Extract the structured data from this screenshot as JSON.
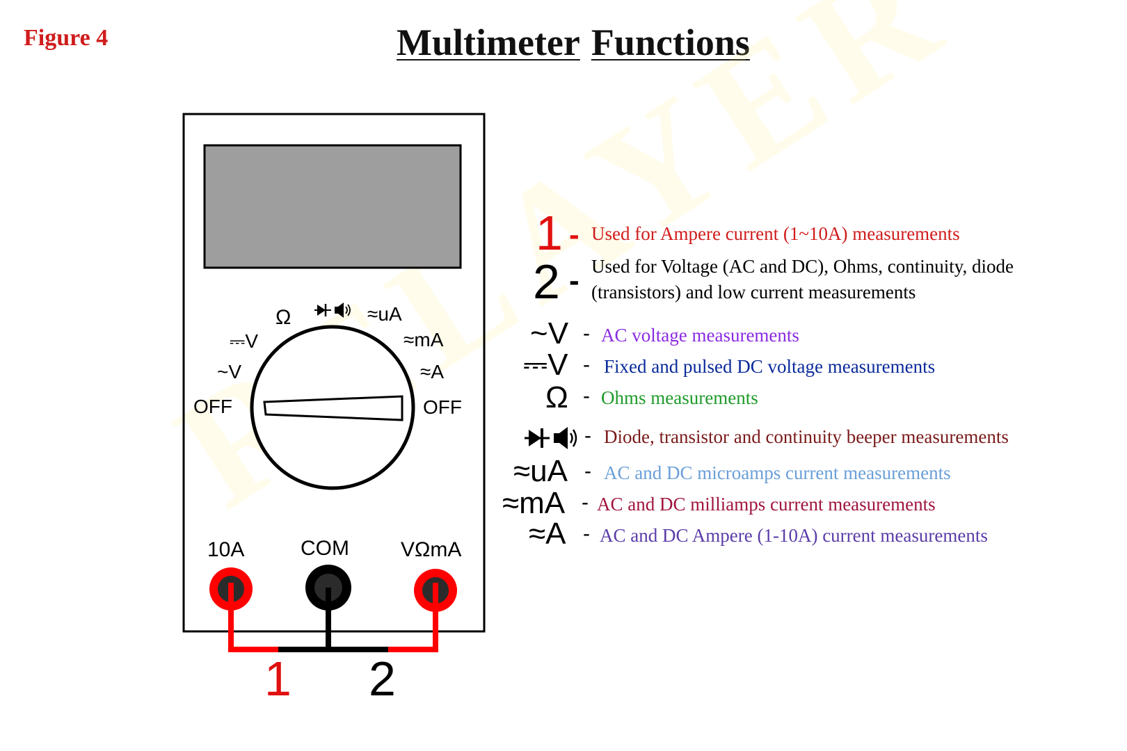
{
  "figure_label": "Figure 4",
  "title": {
    "word1": "Multimeter",
    "word2": "Functions"
  },
  "watermark": "RELAYER",
  "meter": {
    "dial_labels": {
      "ohm": "Ω",
      "diode": "⧐◀)))",
      "ua": "≈uA",
      "dcv": "⎓V",
      "ma": "≈mA",
      "acv": "~V",
      "a": "≈A",
      "off_left": "OFF",
      "off_right": "OFF"
    },
    "jacks": {
      "left": "10A",
      "com": "COM",
      "right": "VΩmA"
    },
    "wire_numbers": {
      "one": "1",
      "two": "2"
    }
  },
  "legend": {
    "item1": {
      "symbol": "1",
      "dash": "-",
      "text": "Used for Ampere current (1~10A) measurements",
      "color": "#d01c1c"
    },
    "item2": {
      "symbol": "2",
      "dash": "-",
      "line1": "Used for Voltage (AC and DC), Ohms, continuity, diode",
      "line2": "(transistors) and low current measurements",
      "color": "#000000"
    },
    "acv": {
      "symbol": "~V",
      "dash": "-",
      "text": "AC voltage measurements",
      "color": "#8a2be2"
    },
    "dcv": {
      "symbol": "⎓V",
      "dash": "-",
      "text": "Fixed and pulsed DC voltage measurements",
      "color": "#0a2a9a"
    },
    "ohm": {
      "symbol": "Ω",
      "dash": "-",
      "text": "Ohms measurements",
      "color": "#1f9a2a"
    },
    "diode": {
      "symbol": "diode-beeper",
      "dash": "-",
      "text": "Diode, transistor and continuity beeper measurements",
      "color": "#7a1a1a"
    },
    "ua": {
      "symbol": "≈uA",
      "dash": "-",
      "text": "AC and DC microamps current measurements",
      "color": "#6a9fd8"
    },
    "ma": {
      "symbol": "≈mA",
      "dash": "-",
      "text": "AC and DC milliamps current measurements",
      "color": "#a0143c"
    },
    "a": {
      "symbol": "≈A",
      "dash": "-",
      "text": "AC and DC Ampere (1-10A) current measurements",
      "color": "#5a3ca8"
    }
  }
}
